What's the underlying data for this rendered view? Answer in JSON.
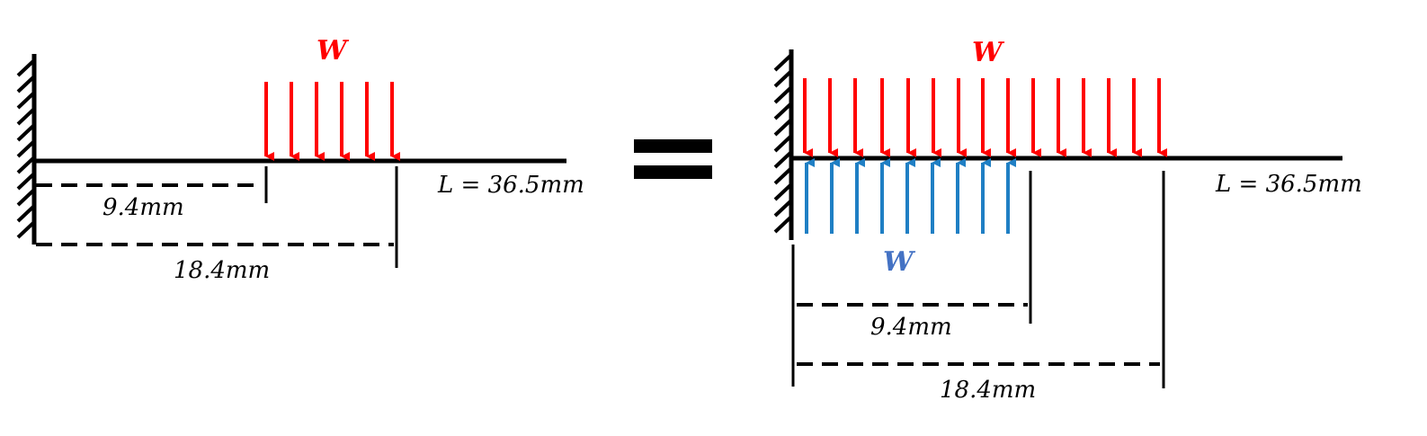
{
  "left_diagram": {
    "load_label": "W",
    "length_label": "L = 36.5mm",
    "dim_inner": "9.4mm",
    "dim_outer": "18.4mm"
  },
  "equals_sign": "=",
  "right_diagram": {
    "load_down_label": "W",
    "load_up_label": "W",
    "length_label": "L = 36.5mm",
    "dim_inner": "9.4mm",
    "dim_outer": "18.4mm"
  },
  "colors": {
    "down_load": "#ff0000",
    "up_load": "#1f7fc4",
    "up_label": "#4472c4",
    "beam": "#000000"
  }
}
